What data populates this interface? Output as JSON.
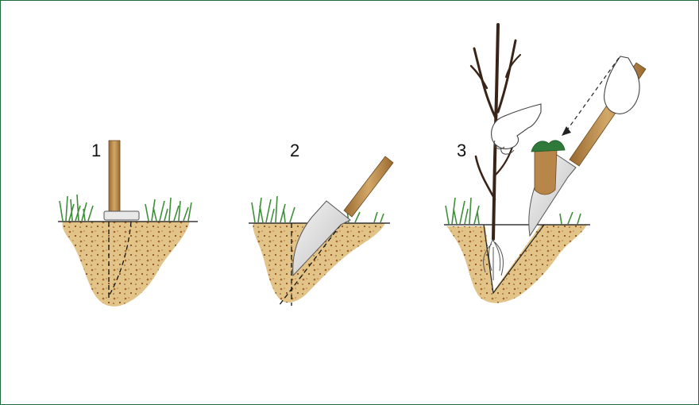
{
  "steps": [
    {
      "number": "1"
    },
    {
      "number": "2"
    },
    {
      "number": "3"
    }
  ],
  "colors": {
    "soil": "#e2c489",
    "soil_speck": "#a8642a",
    "grass": "#3f8f3a",
    "handle": "#b98a4a",
    "blade": "#e6e6e6",
    "frame": "#1f6b3a",
    "trunk": "#3a2418"
  }
}
